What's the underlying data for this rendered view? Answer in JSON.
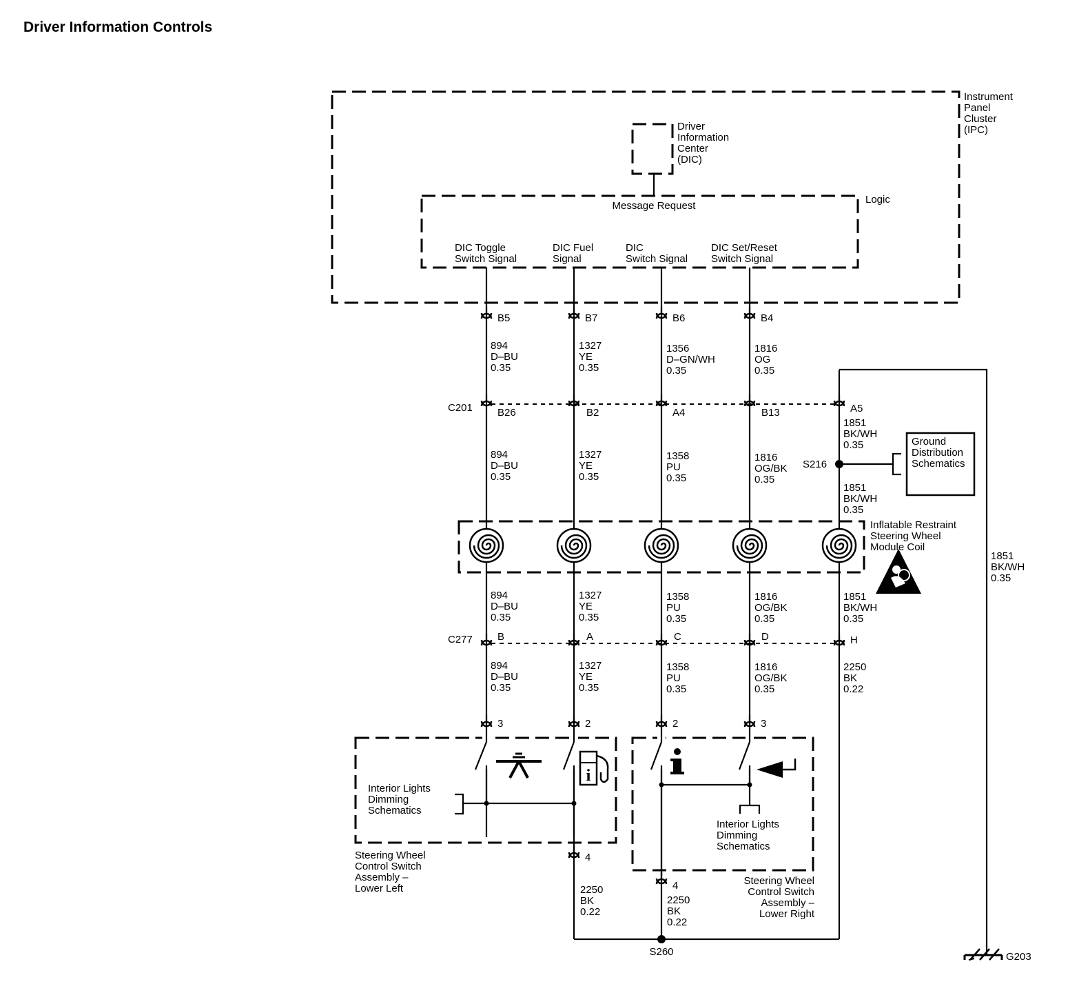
{
  "title": "Driver Information Controls",
  "ipc": {
    "name_lines": [
      "Instrument",
      "Panel",
      "Cluster",
      "(IPC)"
    ]
  },
  "dic": {
    "name_lines": [
      "Driver",
      "Information",
      "Center",
      "(DIC)"
    ]
  },
  "logic": {
    "label": "Logic",
    "message_request": "Message Request"
  },
  "signals": [
    {
      "lines": [
        "DIC Toggle",
        "Switch Signal"
      ]
    },
    {
      "lines": [
        "DIC Fuel",
        "Signal"
      ]
    },
    {
      "lines": [
        "DIC",
        "Switch Signal"
      ]
    },
    {
      "lines": [
        "DIC Set/Reset",
        "Switch Signal"
      ]
    }
  ],
  "ipc_pins": [
    "B5",
    "B7",
    "B6",
    "B4"
  ],
  "wires_ipc_c201": [
    [
      "894",
      "D–BU",
      "0.35"
    ],
    [
      "1327",
      "YE",
      "0.35"
    ],
    [
      "1356",
      "D–GN/WH",
      "0.35"
    ],
    [
      "1816",
      "OG",
      "0.35"
    ]
  ],
  "c201": {
    "name": "C201",
    "pins": [
      "B26",
      "B2",
      "A4",
      "B13",
      "A5"
    ]
  },
  "wires_c201_coil": [
    [
      "894",
      "D–BU",
      "0.35"
    ],
    [
      "1327",
      "YE",
      "0.35"
    ],
    [
      "1358",
      "PU",
      "0.35"
    ],
    [
      "1816",
      "OG/BK",
      "0.35"
    ]
  ],
  "ground_wire_a": [
    "1851",
    "BK/WH",
    "0.35"
  ],
  "ground_wire_b": [
    "1851",
    "BK/WH",
    "0.35"
  ],
  "splice_s216": "S216",
  "ground_dist": {
    "lines": [
      "Ground",
      "Distribution",
      "Schematics"
    ]
  },
  "coil": {
    "lines": [
      "Inflatable Restraint",
      "Steering Wheel",
      "Module Coil"
    ]
  },
  "ground_right_wire": [
    "1851",
    "BK/WH",
    "0.35"
  ],
  "wires_coil_c277": [
    [
      "894",
      "D–BU",
      "0.35"
    ],
    [
      "1327",
      "YE",
      "0.35"
    ],
    [
      "1358",
      "PU",
      "0.35"
    ],
    [
      "1816",
      "OG/BK",
      "0.35"
    ],
    [
      "1851",
      "BK/WH",
      "0.35"
    ]
  ],
  "c277": {
    "name": "C277",
    "pins": [
      "B",
      "A",
      "C",
      "D",
      "H"
    ]
  },
  "wires_c277_switch": [
    [
      "894",
      "D–BU",
      "0.35"
    ],
    [
      "1327",
      "YE",
      "0.35"
    ],
    [
      "1358",
      "PU",
      "0.35"
    ],
    [
      "1816",
      "OG/BK",
      "0.35"
    ],
    [
      "2250",
      "BK",
      "0.22"
    ]
  ],
  "switch_pins": [
    "3",
    "2",
    "2",
    "3"
  ],
  "left_switch": {
    "dimming_lines": [
      "Interior Lights",
      "Dimming",
      "Schematics"
    ],
    "name_lines": [
      "Steering Wheel",
      "Control Switch",
      "Assembly –",
      "Lower Left"
    ],
    "ground_pin": "4",
    "ground_wire": [
      "2250",
      "BK",
      "0.22"
    ]
  },
  "right_switch": {
    "dimming_lines": [
      "Interior Lights",
      "Dimming",
      "Schematics"
    ],
    "name_lines": [
      "Steering Wheel",
      "Control Switch",
      "Assembly –",
      "Lower Right"
    ],
    "ground_pin": "4",
    "ground_wire": [
      "2250",
      "BK",
      "0.22"
    ]
  },
  "splice_s260": "S260",
  "ground_g203": "G203",
  "icons": [
    "airbag-warning-icon",
    "dimmer-icon",
    "fuel-info-icon",
    "info-icon",
    "seek-arrow-icon"
  ]
}
